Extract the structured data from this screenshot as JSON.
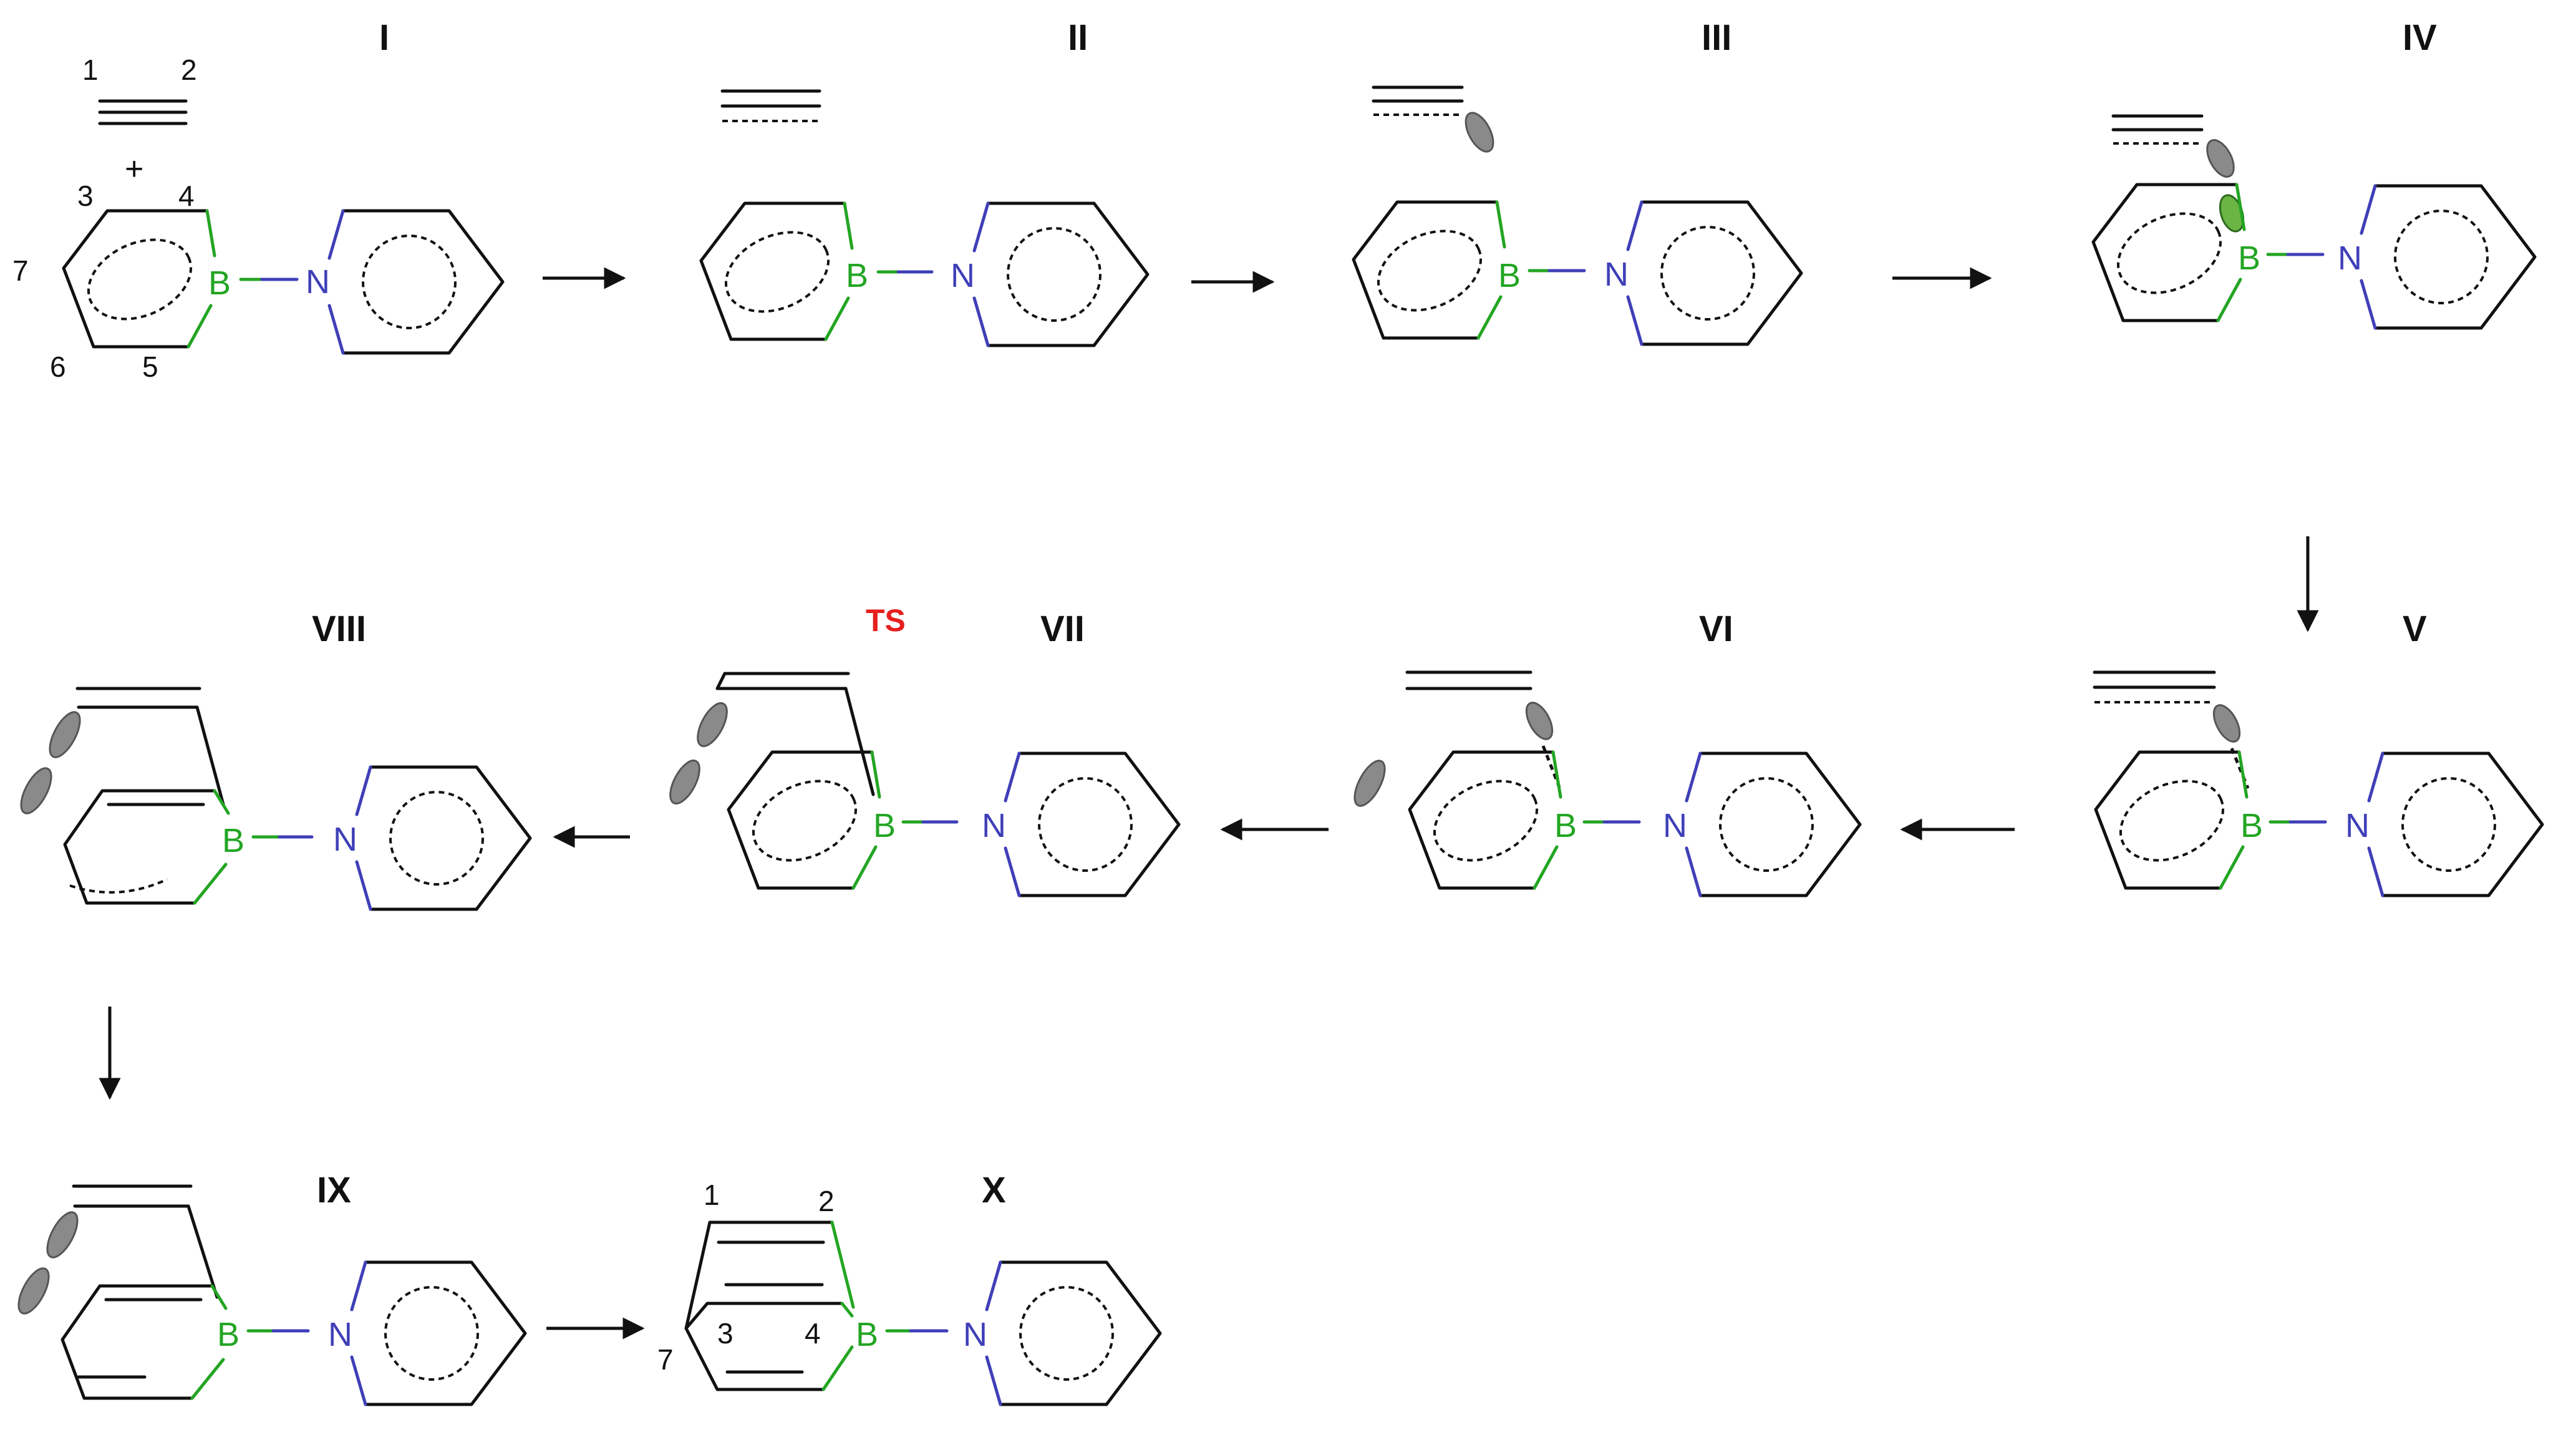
{
  "stages": [
    {
      "label": "I"
    },
    {
      "label": "II"
    },
    {
      "label": "III"
    },
    {
      "label": "IV"
    },
    {
      "label": "V"
    },
    {
      "label": "VI"
    },
    {
      "label": "VII",
      "badge": "TS"
    },
    {
      "label": "VIII"
    },
    {
      "label": "IX"
    },
    {
      "label": "X"
    }
  ],
  "atoms": {
    "boron": "B",
    "nitrogen": "N"
  },
  "plus_sign": "+",
  "atom_numbers": {
    "stage1": [
      "1",
      "2",
      "3",
      "4",
      "5",
      "6",
      "7"
    ],
    "stage10": [
      "1",
      "2",
      "3",
      "4",
      "7"
    ]
  },
  "colors": {
    "boron": "#23a523",
    "nitrogen": "#3f3fb8",
    "ts": "#e5201f",
    "orbital": "#8a8a8a",
    "orbital_green": "#6ab544"
  }
}
